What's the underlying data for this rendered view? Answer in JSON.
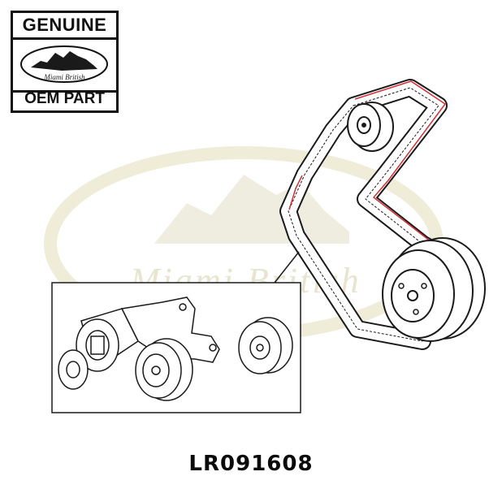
{
  "badge": {
    "top_text": "GENUINE",
    "brand_text": "Miami British",
    "bottom_text": "OEM PART"
  },
  "watermark": {
    "text": "Miami British"
  },
  "part_number": "LR091608",
  "colors": {
    "belt_highlight": "#d4303a",
    "watermark": "#ece9d2",
    "line": "#1a1a1a"
  }
}
